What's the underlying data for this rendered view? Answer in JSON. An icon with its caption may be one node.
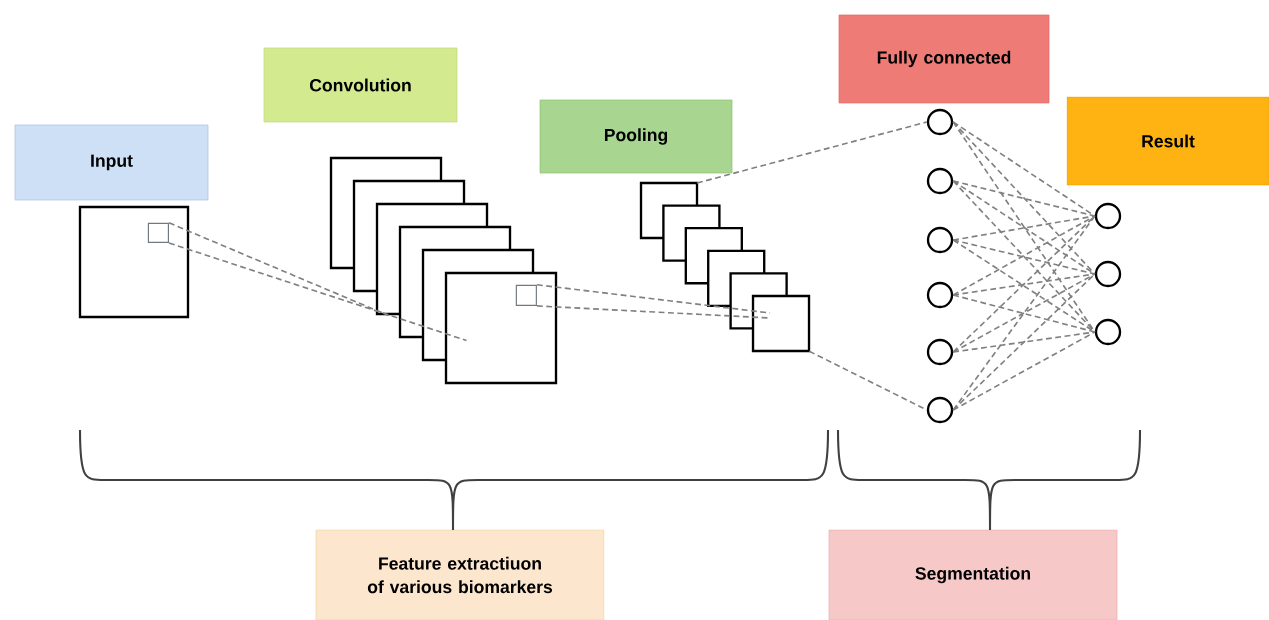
{
  "diagram": {
    "nodes": [
      {
        "text": [
          "Input"
        ]
      },
      {
        "text": [
          "Convolution"
        ]
      },
      {
        "text": [
          "Pooling"
        ]
      },
      {
        "text": [
          "Fully connected"
        ]
      },
      {
        "text": [
          "Result"
        ]
      },
      {
        "text": [
          "Feature extractiuon of various biomarkers"
        ]
      },
      {
        "text": [
          "Segmentation"
        ]
      },
      {
        "text": [],
        "shape": "box"
      },
      {
        "text": [],
        "shape": "box",
        "in": 7
      },
      {
        "text": [],
        "shape": "picture"
      },
      {
        "text": [],
        "shape": "box",
        "in": 9
      },
      {
        "text": [],
        "shape": "picture"
      },
      {
        "text": [],
        "shape": "circle"
      },
      {
        "text": [],
        "shape": "circle"
      },
      {
        "text": [],
        "shape": "circle"
      },
      {
        "text": [],
        "shape": "circle"
      },
      {
        "text": [],
        "shape": "circle"
      },
      {
        "text": [],
        "shape": "circle"
      },
      {
        "text": [],
        "shape": "circle"
      },
      {
        "text": [],
        "shape": "circle"
      },
      {
        "text": [],
        "shape": "circle"
      }
    ],
    "edges": [
      {
        "from": 8,
        "to": 9,
        "arrow": "none",
        "style": "dashed"
      },
      {
        "from": 8,
        "to": 9,
        "arrow": "none",
        "style": "dashed"
      },
      {
        "from": 10,
        "to": 11,
        "arrow": "none",
        "style": "dashed"
      },
      {
        "from": 10,
        "to": 11,
        "arrow": "none",
        "style": "dashed"
      },
      {
        "from": 11,
        "to": 12,
        "arrow": "none",
        "style": "dashed"
      },
      {
        "from": 11,
        "to": 17,
        "arrow": "none",
        "style": "dashed"
      },
      {
        "from": 12,
        "to": 18,
        "arrow": "none",
        "style": "dashed"
      },
      {
        "from": 12,
        "to": 19,
        "arrow": "none",
        "style": "dashed"
      },
      {
        "from": 12,
        "to": 20,
        "arrow": "none",
        "style": "dashed"
      },
      {
        "from": 13,
        "to": 18,
        "arrow": "none",
        "style": "dashed"
      },
      {
        "from": 13,
        "to": 19,
        "arrow": "none",
        "style": "dashed"
      },
      {
        "from": 13,
        "to": 20,
        "arrow": "none",
        "style": "dashed"
      },
      {
        "from": 14,
        "to": 18,
        "arrow": "none",
        "style": "dashed"
      },
      {
        "from": 14,
        "to": 19,
        "arrow": "none",
        "style": "dashed"
      },
      {
        "from": 14,
        "to": 20,
        "arrow": "none",
        "style": "dashed"
      },
      {
        "from": 15,
        "to": 18,
        "arrow": "none",
        "style": "dashed"
      },
      {
        "from": 15,
        "to": 19,
        "arrow": "none",
        "style": "dashed"
      },
      {
        "from": 15,
        "to": 20,
        "arrow": "none",
        "style": "dashed"
      },
      {
        "from": 16,
        "to": 18,
        "arrow": "none",
        "style": "dashed"
      },
      {
        "from": 16,
        "to": 19,
        "arrow": "none",
        "style": "dashed"
      },
      {
        "from": 16,
        "to": 20,
        "arrow": "none",
        "style": "dashed"
      },
      {
        "from": 17,
        "to": 18,
        "arrow": "none",
        "style": "dashed"
      },
      {
        "from": 17,
        "to": 19,
        "arrow": "none",
        "style": "dashed"
      },
      {
        "from": 17,
        "to": 20,
        "arrow": "none",
        "style": "dashed"
      }
    ]
  }
}
